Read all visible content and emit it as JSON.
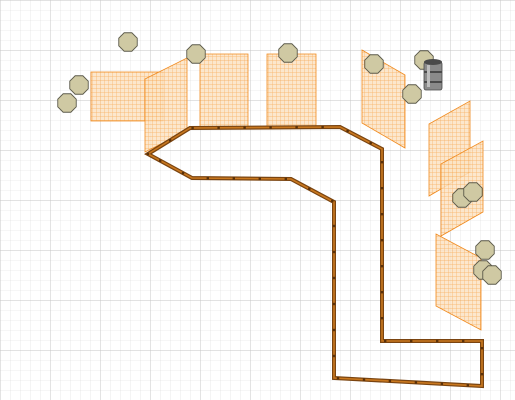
{
  "canvas": {
    "background": "#ffffff",
    "grid_color": "#d9d9d9",
    "grid_major_color": "#c4c4c4"
  },
  "colors": {
    "mesh_fill": "#fbe3c4",
    "mesh_line": "#f7a144",
    "mesh_edge": "#f08a1e",
    "wall_outer": "#7a4410",
    "wall_inner": "#c9781f",
    "post_color": "#5a3008",
    "rock_fill": "#cfc9a3",
    "rock_stroke": "#5c5a4a",
    "barrel_body": "#8a8a8a",
    "barrel_dark": "#4a4a4a",
    "barrel_light": "#bdbdbd"
  },
  "objects": {
    "fence_panel_icon": "fence-mesh-panel",
    "rock_icon": "octagon-boulder",
    "barrel_icon": "steel-barrel",
    "wall_icon": "timber-rail-wall"
  }
}
